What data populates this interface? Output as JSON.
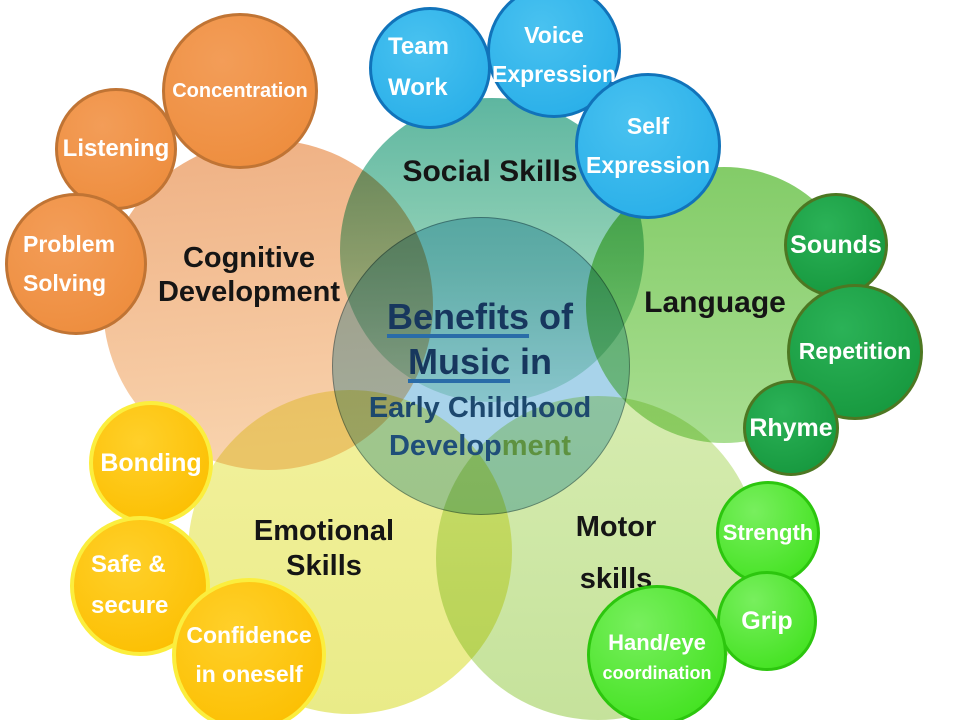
{
  "title": {
    "full": "Benefits of Music in Early Childhood Development",
    "word1": "Benefits",
    "word1_rest": " of",
    "word2": "Music",
    "word2_rest": " in",
    "line3": "Early Childhood",
    "line4_part1": "Develop",
    "line4_part2": "ment"
  },
  "title_colors": {
    "main": "#17375e",
    "underline": "#2a6ca8",
    "line3": "#1d486e",
    "line4_part1": "#1f4e79",
    "line4_part2": "#5e9240"
  },
  "center_bubble_color": "#a8d3ea",
  "background": "#ffffff",
  "groups": [
    {
      "name": "Cognitive Development",
      "label_lines": [
        "Cognitive",
        "Development"
      ],
      "bubble_color": "#f5c49c",
      "satellite_fill": "#ee8f41",
      "satellite_border": "#c07434",
      "satellites": [
        {
          "lines": [
            "Concentration"
          ]
        },
        {
          "lines": [
            "Listening"
          ]
        },
        {
          "lines": [
            "Problem",
            "Solving"
          ]
        }
      ]
    },
    {
      "name": "Social Skills",
      "label_lines": [
        "Social Skills"
      ],
      "bubble_color": "#8fd0b5",
      "satellite_fill": "#2fb3ea",
      "satellite_border": "#1173ba",
      "satellites": [
        {
          "lines": [
            "Team",
            "Work"
          ]
        },
        {
          "lines": [
            "Voice",
            "Expression"
          ]
        },
        {
          "lines": [
            "Self",
            "Expression"
          ]
        }
      ]
    },
    {
      "name": "Language",
      "label_lines": [
        "Language"
      ],
      "bubble_color": "#96d57e",
      "satellite_fill": "#1b9e44",
      "satellite_border": "#4d7722",
      "satellites": [
        {
          "lines": [
            "Sounds"
          ]
        },
        {
          "lines": [
            "Repetition"
          ]
        },
        {
          "lines": [
            "Rhyme"
          ]
        }
      ]
    },
    {
      "name": "Emotional Skills",
      "label_lines": [
        "Emotional",
        "Skills"
      ],
      "bubble_color": "#eeee93",
      "satellite_fill": "#fdc40d",
      "satellite_border": "#fbee3e",
      "satellites": [
        {
          "lines": [
            "Bonding"
          ]
        },
        {
          "lines": [
            "Safe &",
            "secure"
          ]
        },
        {
          "lines": [
            "Confidence",
            "in oneself"
          ]
        }
      ]
    },
    {
      "name": "Motor skills",
      "label_lines": [
        "Motor",
        "skills"
      ],
      "bubble_color": "#cde7a5",
      "satellite_fill": "#4fe52d",
      "satellite_border": "#2cc60e",
      "satellites": [
        {
          "lines": [
            "Strength"
          ]
        },
        {
          "lines": [
            "Grip"
          ]
        },
        {
          "lines": [
            "Hand/eye",
            "coordination"
          ]
        }
      ]
    }
  ]
}
